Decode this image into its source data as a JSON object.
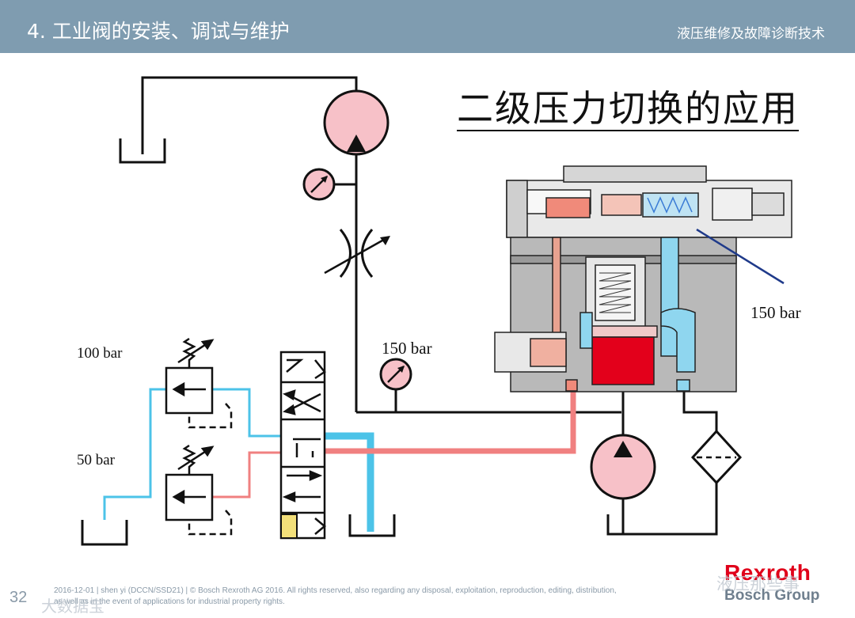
{
  "header": {
    "title": "4. 工业阀的安装、调试与维护",
    "course": "液压维修及故障诊断技术"
  },
  "slide": {
    "title": "二级压力切换的应用",
    "labels": {
      "p100": "100 bar",
      "p50": "50 bar",
      "p150_mid": "150 bar",
      "p150_right": "150 bar"
    }
  },
  "footer": {
    "page": "32",
    "line1": "2016-12-01 | shen yi (DCCN/SSD21) | © Bosch Rexroth AG 2016. All rights reserved, also regarding any disposal, exploitation, reproduction, editing, distribution,",
    "line2": "as well as in the event of applications for industrial property rights."
  },
  "brand": {
    "name1": "Rexroth",
    "name2": "Bosch Group"
  },
  "watermarks": {
    "left": "大数据宝",
    "right": "液压那些事"
  },
  "colors": {
    "header_bg": "#7f9cb0",
    "pump_fill": "#f7c1c8",
    "line_blue": "#4cc3e8",
    "line_red": "#f08080",
    "valve_red": "#e8001c",
    "brand_red": "#e0001a"
  }
}
